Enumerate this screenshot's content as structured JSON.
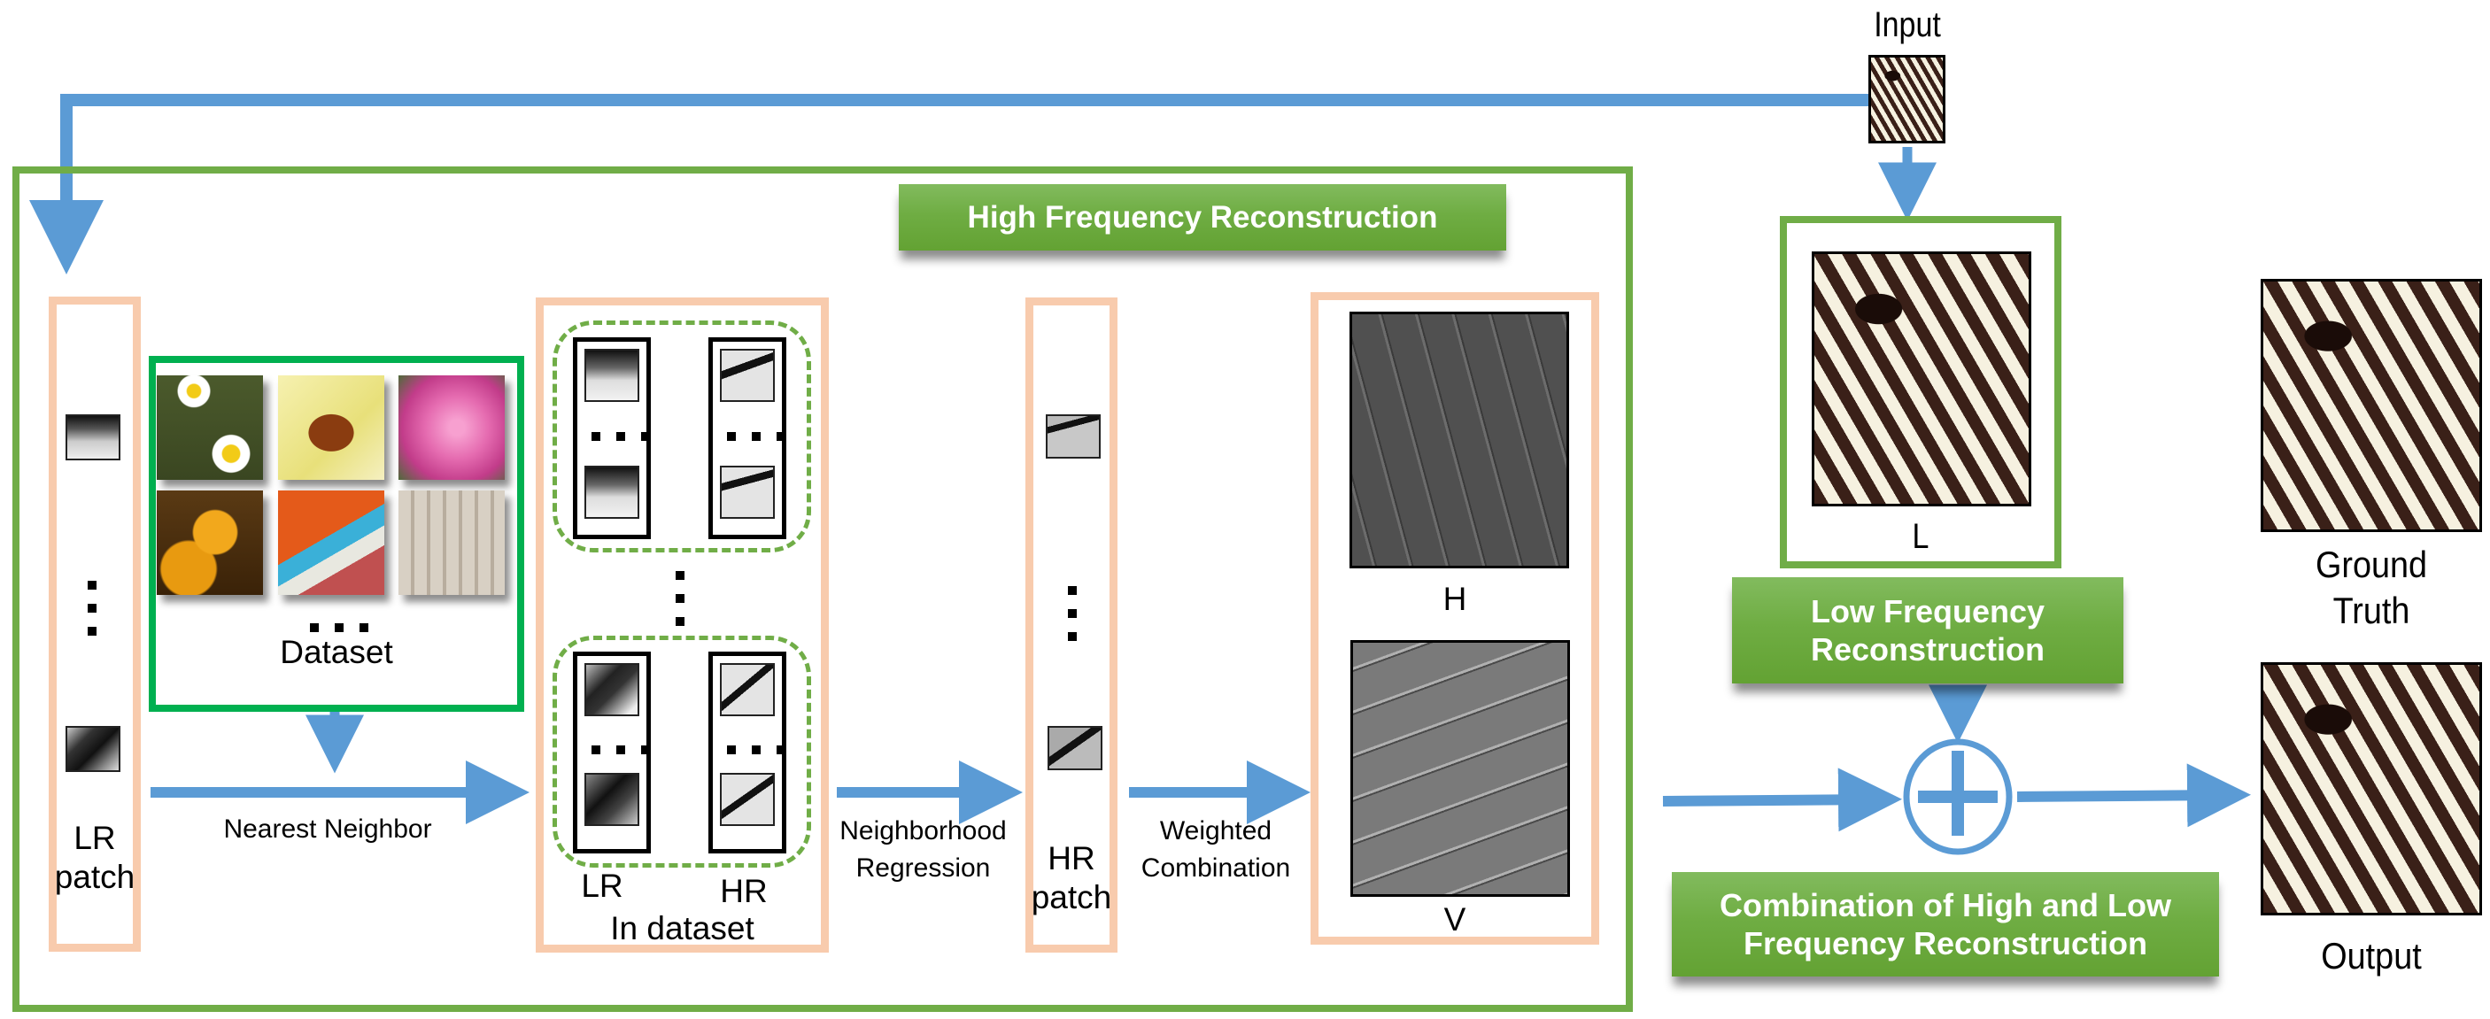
{
  "figure": {
    "input_label": "Input",
    "high_freq_banner": "High Frequency Reconstruction",
    "low_freq_banner_line1": "Low Frequency",
    "low_freq_banner_line2": "Reconstruction",
    "combination_banner_line1": "Combination of High and Low",
    "combination_banner_line2": "Frequency Reconstruction",
    "lr_patch_label_line1": "LR",
    "lr_patch_label_line2": "patch",
    "dataset_label": "Dataset",
    "dataset_images": [
      "daisies",
      "yellow-flower",
      "pink-flower",
      "oranges-branches",
      "oranges-crate",
      "building"
    ],
    "nearest_neighbor_label": "Nearest Neighbor",
    "in_dataset_lr_label": "LR",
    "in_dataset_hr_label": "HR",
    "in_dataset_label": "In dataset",
    "neighborhood_regression_line1": "Neighborhood",
    "neighborhood_regression_line2": "Regression",
    "hr_patch_label_line1": "HR",
    "hr_patch_label_line2": "patch",
    "weighted_combination_line1": "Weighted",
    "weighted_combination_line2": "Combination",
    "h_label": "H",
    "v_label": "V",
    "l_label": "L",
    "ground_truth_line1": "Ground",
    "ground_truth_line2": "Truth",
    "output_label": "Output",
    "plus_symbol": "plus-icon"
  },
  "colors": {
    "arrow": "#5b9bd5",
    "outer_box": "#70ad47",
    "dataset_box": "#00b050",
    "stage_box": "#f8cbad",
    "banner": "#70ad47"
  }
}
